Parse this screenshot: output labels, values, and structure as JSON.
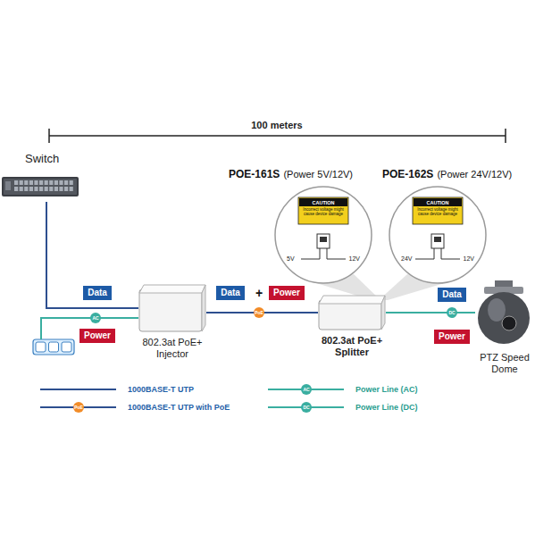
{
  "diagram": {
    "nodes": [
      {
        "text": [
          "Switch"
        ]
      },
      {
        "text": [
          "Data"
        ]
      },
      {
        "text": [
          "AC"
        ]
      },
      {
        "text": [
          "Power"
        ]
      },
      {
        "text": [
          "802.3at PoE+ Injector"
        ]
      },
      {
        "text": [
          "Data"
        ]
      },
      {
        "text": [
          "Power"
        ]
      },
      {
        "text": [
          "PoE"
        ]
      },
      {
        "text": [
          "CAUTION",
          "Incorrect voltage might cause device damage",
          "5V",
          "12V"
        ]
      },
      {
        "text": [
          "CAUTION",
          "Incorrect voltage might cause device damage",
          "24V",
          "12V"
        ]
      },
      {
        "text": [
          "802.3at PoE+ Splitter"
        ]
      },
      {
        "text": [
          "Data"
        ]
      },
      {
        "text": [
          "DC"
        ]
      },
      {
        "text": [
          "Power"
        ]
      },
      {
        "text": [
          "PTZ Speed Dome"
        ]
      }
    ],
    "edges": [
      {
        "from": 0,
        "to": 4,
        "arrow": "none"
      },
      {
        "from": 4,
        "to": 10,
        "arrow": "none"
      },
      {
        "from": 10,
        "to": 14,
        "arrow": "none"
      }
    ],
    "labels": [
      "100 meters",
      "POE-161S",
      "(Power 5V/12V)",
      "POE-162S",
      "(Power 24V/12V)",
      "+",
      "PoE",
      "AC",
      "DC"
    ],
    "legend": [
      {
        "text": "1000BASE-T UTP"
      },
      {
        "text": "1000BASE-T UTP with PoE"
      },
      {
        "text": "Power Line (AC)"
      },
      {
        "text": "Power Line (DC)"
      }
    ]
  }
}
